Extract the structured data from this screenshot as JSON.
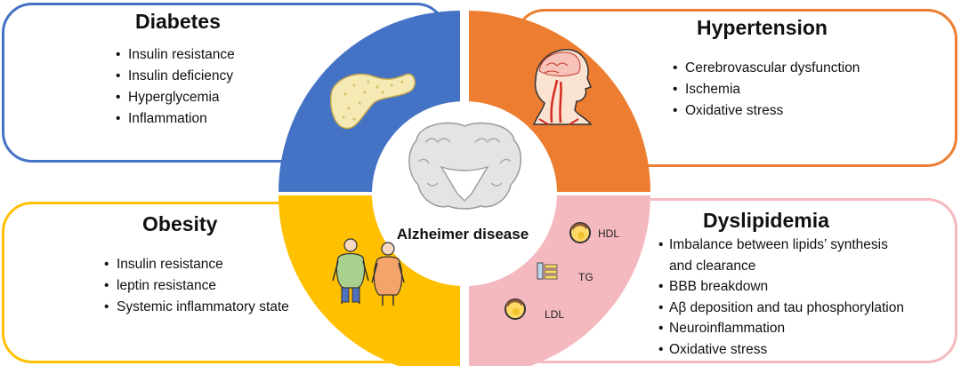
{
  "center": {
    "label": "Alzheimer disease"
  },
  "diabetes": {
    "title": "Diabetes",
    "items": [
      "Insulin resistance",
      "Insulin deficiency",
      "Hyperglycemia",
      "Inflammation"
    ],
    "color": "#4472c4"
  },
  "hypertension": {
    "title": "Hypertension",
    "items": [
      "Cerebrovascular dysfunction",
      "Ischemia",
      "Oxidative stress"
    ],
    "color": "#ed7d31"
  },
  "obesity": {
    "title": "Obesity",
    "items": [
      "Insulin resistance",
      "leptin resistance",
      "Systemic inflammatory state"
    ],
    "color": "#ffc000"
  },
  "dyslipidemia": {
    "title": "Dyslipidemia",
    "items": [
      "Imbalance between lipids’ synthesis",
      "and clearance",
      "BBB breakdown",
      "Aβ deposition and tau phosphorylation",
      "Neuroinflammation",
      "Oxidative stress"
    ],
    "lipid_labels": {
      "hdl": "HDL",
      "tg": "TG",
      "ldl": "LDL"
    },
    "color": "#f4b8bf"
  },
  "icons": {
    "diabetes": "pancreas-icon",
    "hypertension": "head-vessels-icon",
    "obesity": "obese-people-icon",
    "center": "brain-section-icon",
    "hdl": "hdl-particle-icon",
    "tg": "triglyceride-icon",
    "ldl": "ldl-particle-icon"
  }
}
